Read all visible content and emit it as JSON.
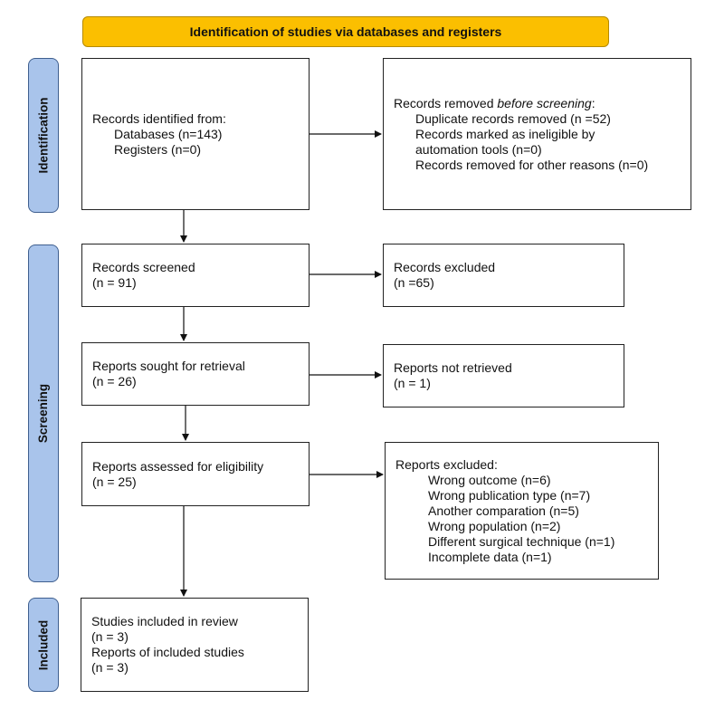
{
  "header": {
    "title": "Identification of studies via databases and registers"
  },
  "colors": {
    "header": "#FBBF00",
    "phase": "#A9C4EB"
  },
  "phases": {
    "identification": "Identification",
    "screening": "Screening",
    "included": "Included"
  },
  "identification": {
    "records": {
      "label": "Records identified from:",
      "databases": "Databases (n=143)",
      "registers": "Registers (n=0)"
    },
    "removed": {
      "label_prefix": "Records removed ",
      "label_em": "before screening",
      "label_suffix": ":",
      "duplicates": "Duplicate records removed  (n =52)",
      "ineligible_line1": "Records marked as ineligible by",
      "ineligible_line2": "automation tools (n=0)",
      "other": "Records removed for other reasons (n=0)"
    }
  },
  "screening": {
    "screened": {
      "label": "Records screened",
      "count": "(n = 91)"
    },
    "excluded": {
      "label": "Records excluded",
      "count": "(n =65)"
    },
    "sought": {
      "label": "Reports sought for retrieval",
      "count": "(n = 26)"
    },
    "not_retrieved": {
      "label": "Reports not retrieved",
      "count": "(n = 1)"
    },
    "assessed": {
      "label": "Reports assessed for eligibility",
      "count": "(n = 25)"
    },
    "reports_excluded": {
      "label": "Reports excluded:",
      "reasons": [
        "Wrong outcome (n=6)",
        "Wrong publication type (n=7)",
        "Another comparation (n=5)",
        "Wrong population (n=2)",
        "Different surgical technique (n=1)",
        "Incomplete data (n=1)"
      ]
    }
  },
  "included": {
    "studies_label": "Studies included in review",
    "studies_count": "(n = 3)",
    "reports_label": "Reports of included studies",
    "reports_count": "(n = 3)"
  }
}
